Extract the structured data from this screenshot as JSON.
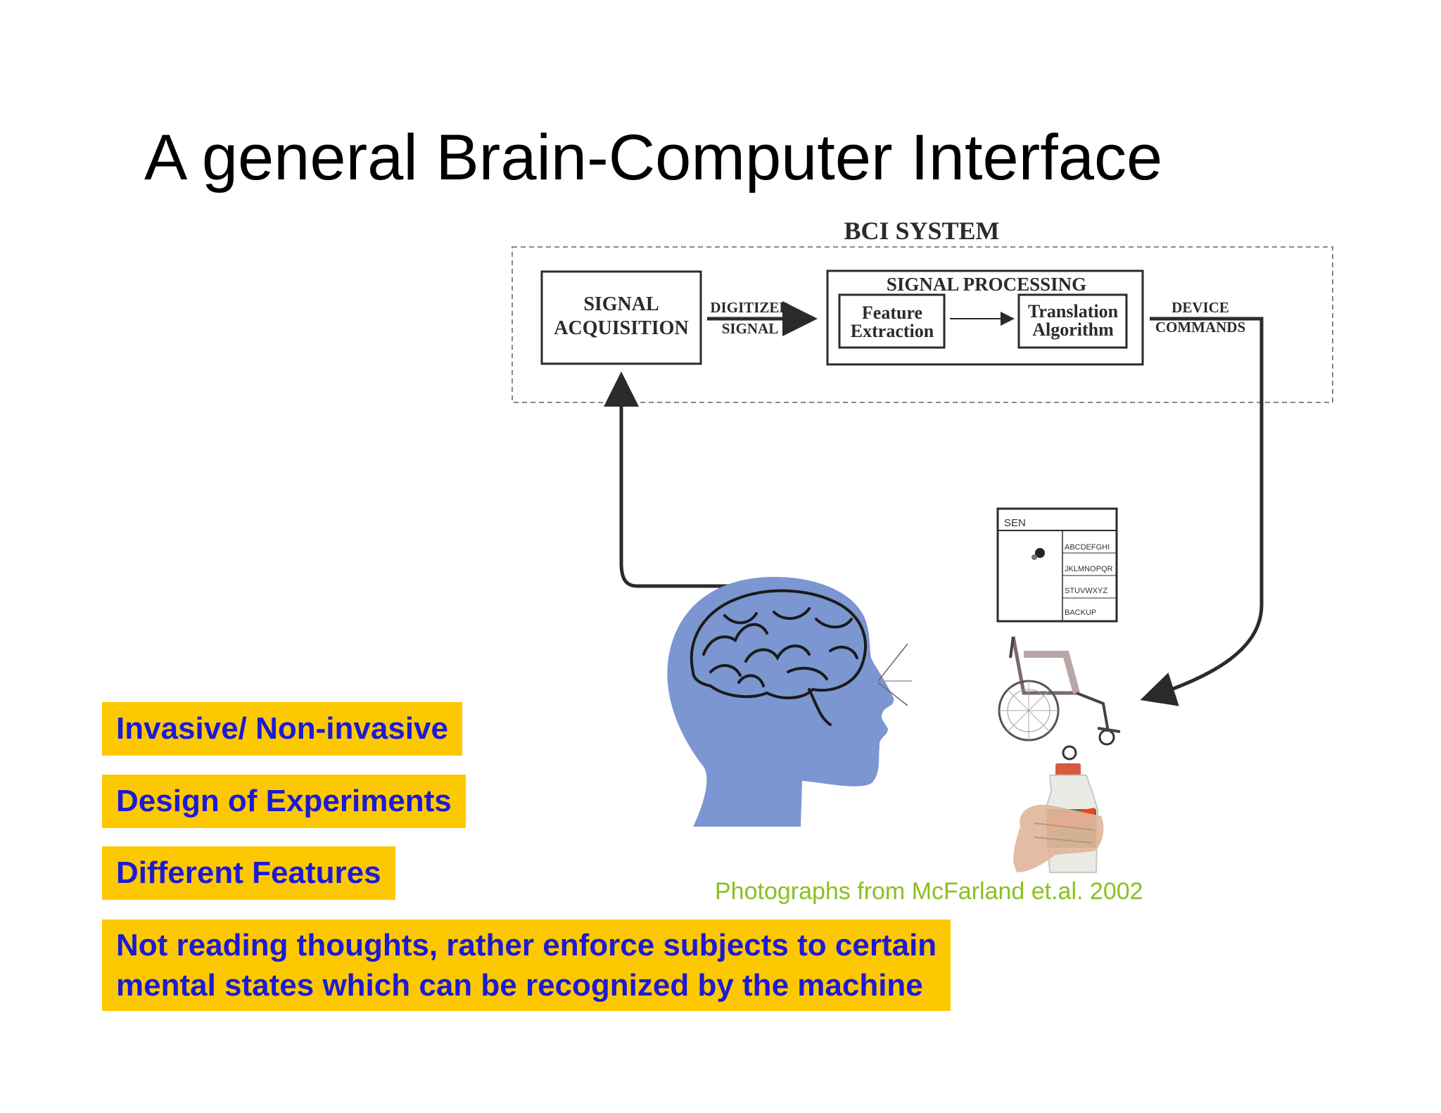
{
  "title": "A general Brain-Computer Interface",
  "diagram": {
    "system_label": "BCI SYSTEM",
    "signal_acquisition": [
      "SIGNAL",
      "ACQUISITION"
    ],
    "digitized_signal": [
      "DIGITIZED",
      "SIGNAL"
    ],
    "signal_processing": "SIGNAL PROCESSING",
    "feature_extraction": [
      "Feature",
      "Extraction"
    ],
    "translation_algorithm": [
      "Translation",
      "Algorithm"
    ],
    "device_commands": [
      "DEVICE",
      "COMMANDS"
    ],
    "speller": {
      "header": "SEN",
      "rows": [
        "ABCDEFGHI",
        "JKLMNOPQR",
        "STUVWXYZ",
        "BACKUP"
      ]
    }
  },
  "callouts": [
    {
      "text": "Invasive/ Non-invasive"
    },
    {
      "text": "Design of Experiments"
    },
    {
      "text": "Different Features"
    },
    {
      "lines": [
        "Not reading thoughts, rather enforce subjects to certain",
        "mental states which can be recognized by the machine"
      ]
    }
  ],
  "credit": "Photographs from McFarland et.al. 2002",
  "colors": {
    "callout_bg": "#fcc800",
    "callout_text": "#1d1ad6",
    "credit_text": "#8bbf20",
    "head_fill": "#7b96d0"
  }
}
